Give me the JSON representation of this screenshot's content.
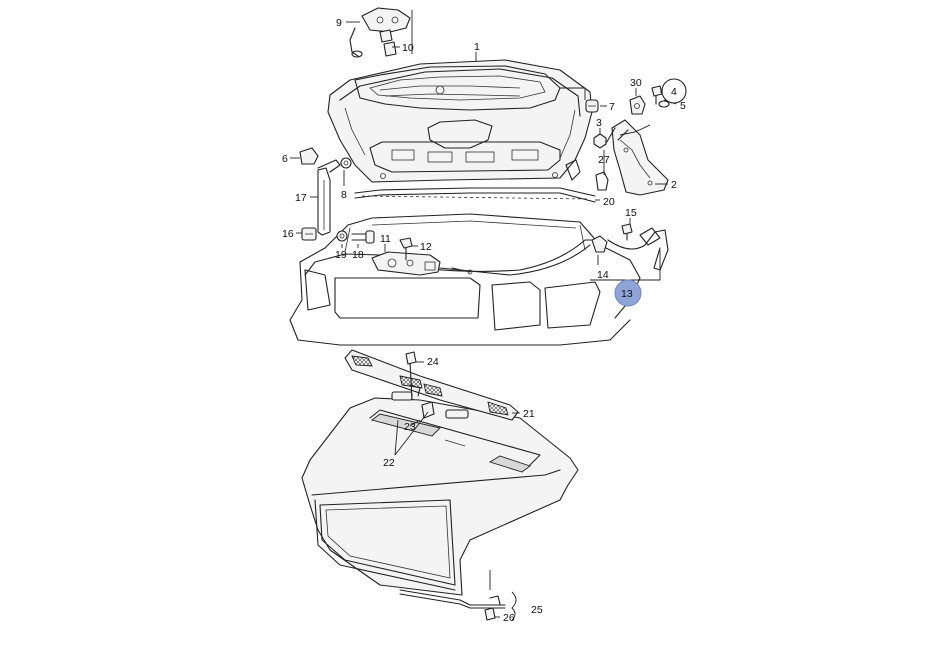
{
  "callouts": [
    {
      "id": "c1",
      "label": "1"
    },
    {
      "id": "c2",
      "label": "2"
    },
    {
      "id": "c3",
      "label": "3"
    },
    {
      "id": "c4",
      "label": "4",
      "circled": true
    },
    {
      "id": "c5",
      "label": "5"
    },
    {
      "id": "c6",
      "label": "6"
    },
    {
      "id": "c7",
      "label": "7"
    },
    {
      "id": "c8",
      "label": "8"
    },
    {
      "id": "c9",
      "label": "9"
    },
    {
      "id": "c10",
      "label": "10"
    },
    {
      "id": "c11",
      "label": "11"
    },
    {
      "id": "c12",
      "label": "12"
    },
    {
      "id": "c13",
      "label": "13",
      "highlighted": true
    },
    {
      "id": "c14",
      "label": "14"
    },
    {
      "id": "c15",
      "label": "15"
    },
    {
      "id": "c16",
      "label": "16"
    },
    {
      "id": "c17",
      "label": "17"
    },
    {
      "id": "c18",
      "label": "18"
    },
    {
      "id": "c19",
      "label": "19"
    },
    {
      "id": "c20",
      "label": "20"
    },
    {
      "id": "c21",
      "label": "21"
    },
    {
      "id": "c22",
      "label": "22"
    },
    {
      "id": "c23",
      "label": "23"
    },
    {
      "id": "c24",
      "label": "24"
    },
    {
      "id": "c25",
      "label": "25"
    },
    {
      "id": "c26",
      "label": "26"
    },
    {
      "id": "c27",
      "label": "27"
    },
    {
      "id": "c30",
      "label": "30"
    }
  ],
  "colors": {
    "highlight": "#8fa4d6",
    "highlight_stroke": "#6f86c4",
    "line": "#222222"
  }
}
